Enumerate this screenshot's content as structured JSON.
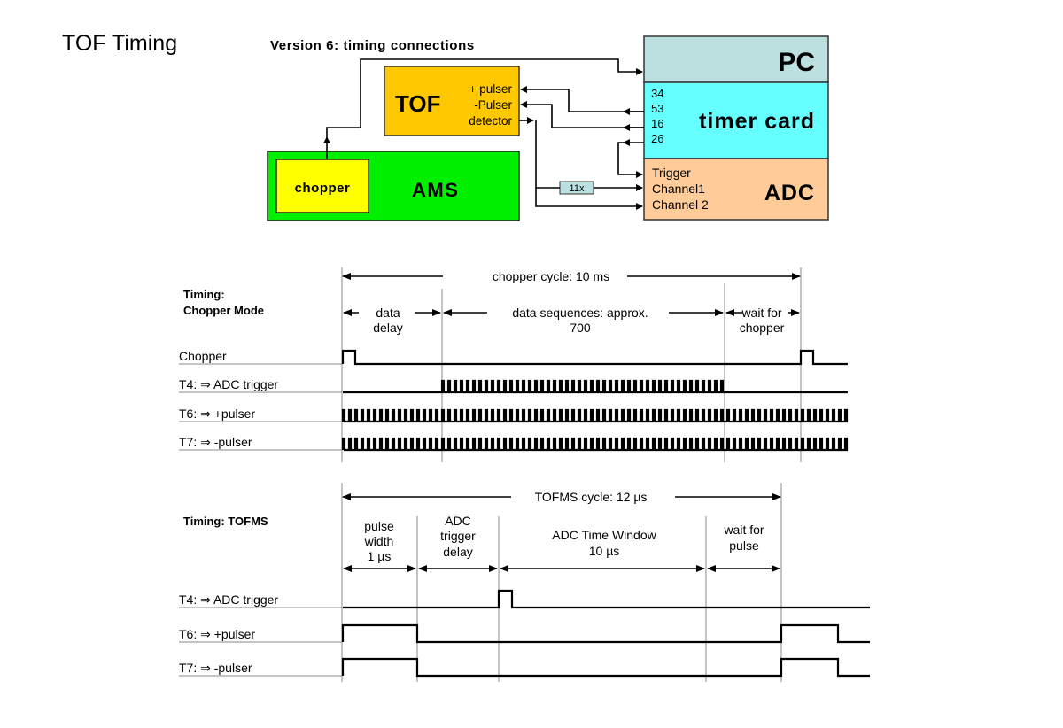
{
  "page_title": "TOF Timing",
  "connections": {
    "title": "Version 6: timing connections",
    "colors": {
      "tof": "#ffc800",
      "ams": "#00f000",
      "chopper": "#ffff00",
      "pc": "#bcdfe0",
      "timer": "#66ffff",
      "adc": "#ffcc99",
      "amp": "#bcdfe0"
    },
    "tof": {
      "label": "TOF",
      "ports": [
        "+ pulser",
        "-Pulser",
        "detector"
      ]
    },
    "ams": {
      "label": "AMS"
    },
    "chopper": {
      "label": "chopper"
    },
    "pc": {
      "label": "PC"
    },
    "timer": {
      "label": "timer card",
      "ports": [
        "34",
        "53",
        "16",
        "26"
      ]
    },
    "adc": {
      "label": "ADC",
      "ports": [
        "Trigger",
        "Channel1",
        "Channel 2"
      ]
    },
    "amplifier": {
      "label": "11x"
    }
  },
  "chopper_mode": {
    "heading": [
      "Timing:",
      "Chopper Mode"
    ],
    "cycle_label": "chopper cycle: 10 ms",
    "intervals": [
      {
        "lines": [
          "data",
          "delay"
        ]
      },
      {
        "lines": [
          "data sequences: approx.",
          "700"
        ]
      },
      {
        "lines": [
          "wait for",
          "chopper"
        ]
      }
    ],
    "signals": [
      {
        "label": "Chopper"
      },
      {
        "label": "T4: ⇒  ADC trigger"
      },
      {
        "label": "T6: ⇒  +pulser"
      },
      {
        "label": "T7: ⇒  -pulser"
      }
    ]
  },
  "tofms_mode": {
    "heading": "Timing: TOFMS",
    "cycle_label": "TOFMS cycle: 12 µs",
    "intervals": [
      {
        "lines": [
          "pulse",
          "width",
          "1 µs"
        ]
      },
      {
        "lines": [
          "ADC",
          "trigger",
          "delay"
        ]
      },
      {
        "lines": [
          "ADC Time Window",
          "10 µs"
        ]
      },
      {
        "lines": [
          "wait for",
          "pulse"
        ]
      }
    ],
    "signals": [
      {
        "label": "T4: ⇒ ADC trigger"
      },
      {
        "label": "T6: ⇒ +pulser"
      },
      {
        "label": "T7: ⇒ -pulser"
      }
    ]
  }
}
